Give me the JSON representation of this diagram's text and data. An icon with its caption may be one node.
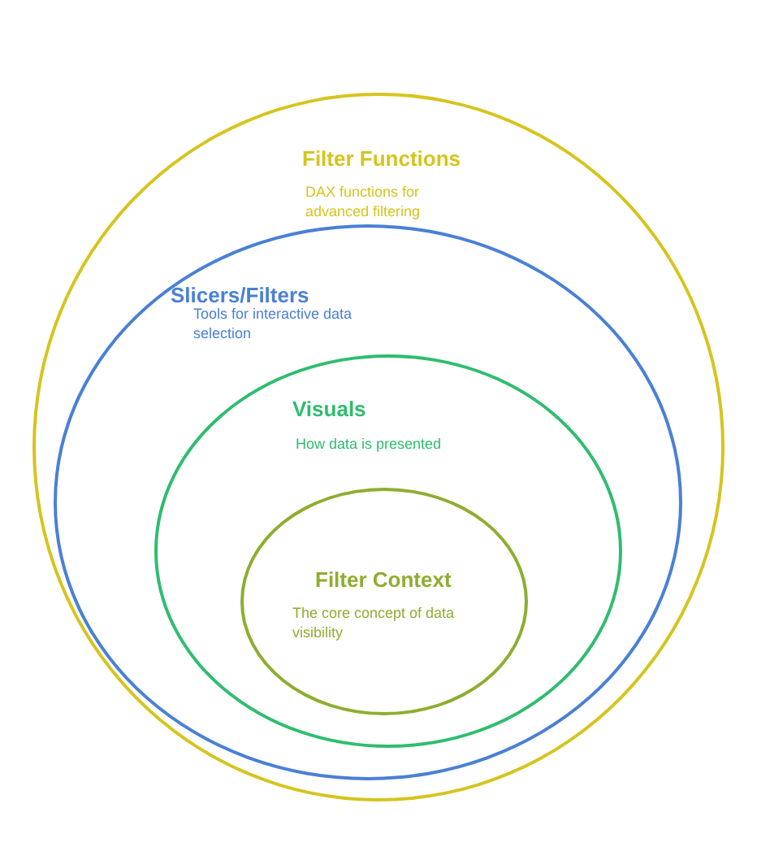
{
  "diagram": {
    "nodes": [
      {
        "text": [
          "Filter Functions",
          "DAX functions for advanced filtering"
        ]
      },
      {
        "text": [
          "Slicers/Filters",
          "Tools for interactive data selection"
        ],
        "in": 0
      },
      {
        "text": [
          "Visuals",
          "How data is presented"
        ],
        "in": 1
      },
      {
        "text": [
          "Filter Context",
          "The core concept of data visibility"
        ],
        "in": 2
      }
    ]
  }
}
